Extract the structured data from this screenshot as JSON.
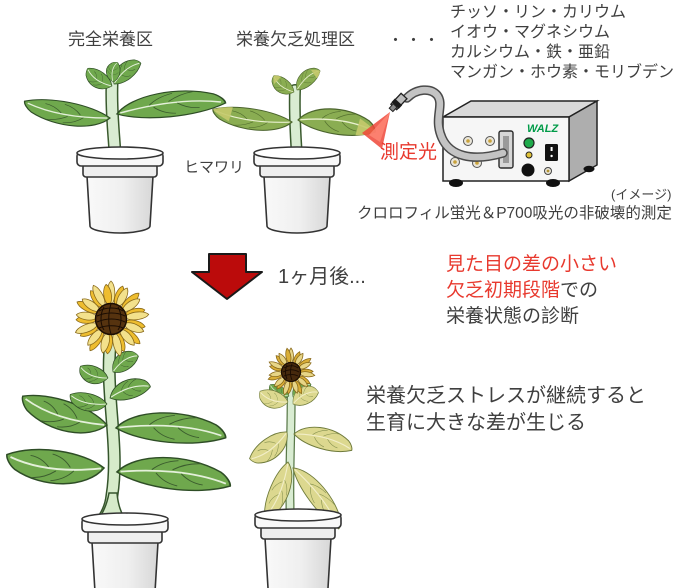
{
  "header": {
    "complete_label": "完全栄養区",
    "deficiency_label": "栄養欠乏処理区",
    "ellipsis": "・・・",
    "nutrients": [
      "チッソ・リン・カリウム",
      "イオウ・マグネシウム",
      "カルシウム・鉄・亜鉛",
      "マンガン・ホウ素・モリブデン"
    ]
  },
  "plants": {
    "species_label": "ヒマワリ"
  },
  "device": {
    "brand": "WALZ",
    "measuring_light_label": "測定光",
    "image_note": "(イメージ)",
    "caption": "クロロフィル蛍光＆P700吸光の非破壊的測定"
  },
  "timeline": {
    "one_month_later": "1ヶ月後..."
  },
  "diagnosis": {
    "line1": "見た目の差の小さい",
    "line2_red": "欠乏初期段階",
    "line2_black": "での",
    "line3": "栄養状態の診断"
  },
  "outcome": {
    "line1": "栄養欠乏ストレスが継続すると",
    "line2": "生育に大きな差が生じる"
  },
  "colors": {
    "highlight_red": "#e8392e",
    "arrow_red": "#bb0b0b",
    "walz_green": "#009b48",
    "leaf_green": "#6fa84d",
    "leaf_pale": "#dcd88f",
    "text_black": "#3f3f3f"
  }
}
